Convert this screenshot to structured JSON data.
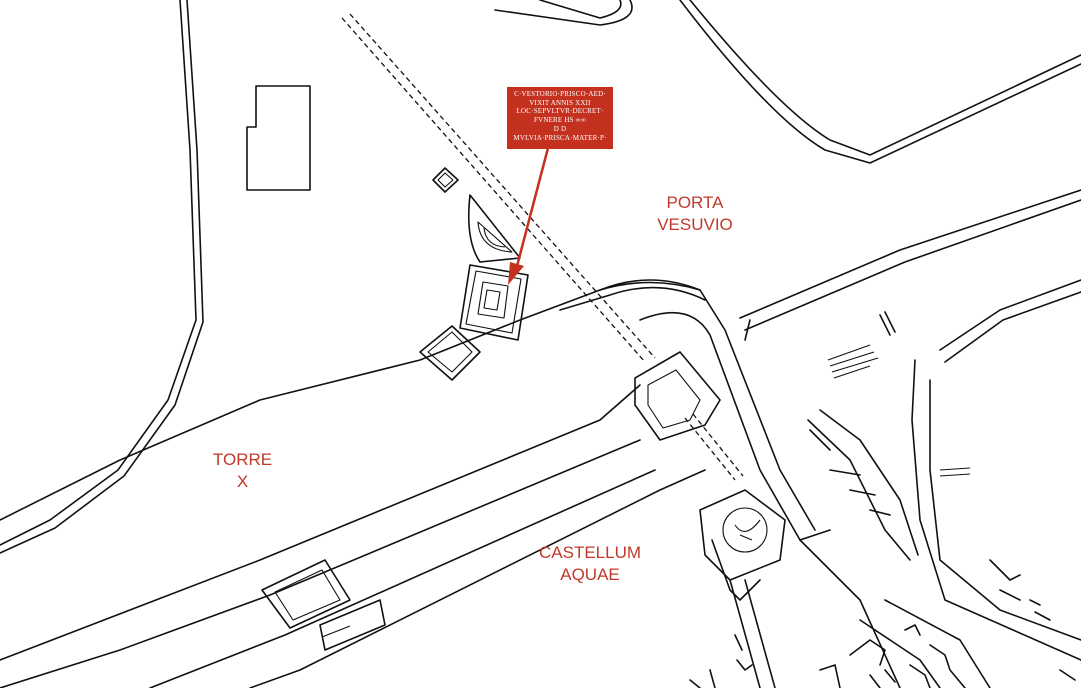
{
  "labels": {
    "porta_vesuvio": [
      "PORTA",
      "VESUVIO"
    ],
    "torre_x": [
      "TORRE",
      "X"
    ],
    "castellum_aquae": [
      "CASTELLUM",
      "AQUAE"
    ]
  },
  "inscription": {
    "lines": [
      "C·VESTORIO·PRISCO·AED·",
      "VIXIT ANNIS XXII",
      "LOC·SEPVLTVR·DECRET·",
      "FVNERE  HS ∞∞",
      "D    D",
      "MVLVIA·PRISCA·MATER·P·"
    ]
  },
  "colors": {
    "label": "#c0392b",
    "inscription_bg": "#c4311f",
    "arrow": "#c4311f",
    "lines": "#111111"
  }
}
